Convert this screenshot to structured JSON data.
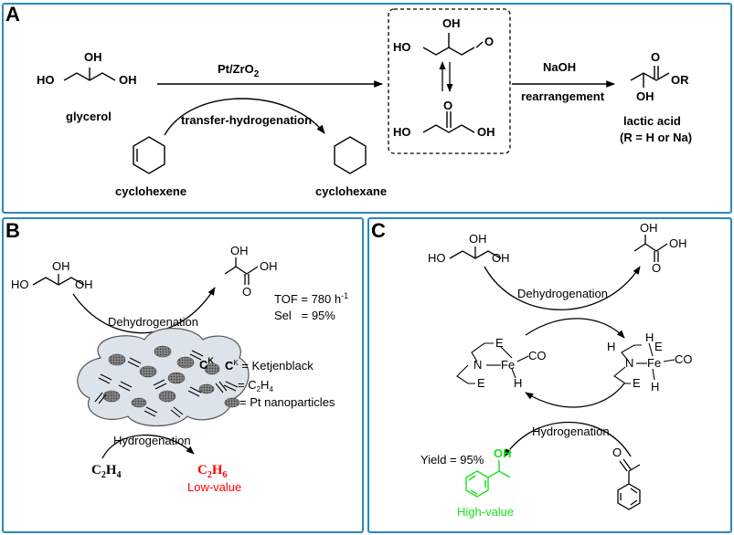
{
  "panel_a": {
    "label": "A",
    "glycerol": "glycerol",
    "oh": "OH",
    "ho": "HO",
    "catalyst_pre": "Pt/ZrO",
    "catalyst_sub": "2",
    "transfer": "transfer-hydrogenation",
    "cyclohexene": "cyclohexene",
    "cyclohexane": "cyclohexane",
    "o": "O",
    "naoh": "NaOH",
    "rearrangement": "rearrangement",
    "or": "OR",
    "lactic_acid": "lactic acid",
    "r_note": "(R = H or Na)"
  },
  "panel_b": {
    "label": "B",
    "dehydrogenation": "Dehydrogenation",
    "tof_pre": "TOF = 780 h",
    "tof_sup": "-1",
    "sel": "Sel   = 95%",
    "ck_base": "C",
    "ck_sup": "K",
    "legend_ketjen": " = Ketjenblack",
    "legend_c2h4_pre": " = C",
    "legend_c2h4_a": "2",
    "legend_c2h4_b": "H",
    "legend_c2h4_c": "4",
    "legend_pt": " = Pt nanoparticles",
    "hydrogenation": "Hydrogenation",
    "c2h4_a": "C",
    "c2h4_b": "2",
    "c2h4_c": "H",
    "c2h4_d": "4",
    "c2h6_a": "C",
    "c2h6_b": "2",
    "c2h6_c": "H",
    "c2h6_d": "6",
    "low_value": "Low-value",
    "colors": {
      "red": "#ff0000",
      "ink": "#000000"
    }
  },
  "panel_c": {
    "label": "C",
    "dehydrogenation": "Dehydrogenation",
    "hydrogenation": "Hydrogenation",
    "yield": "Yield = 95%",
    "high_value": "High-value",
    "n": "N",
    "fe": "Fe",
    "co": "CO",
    "h": "H",
    "e": "E",
    "colors": {
      "green": "#19e019"
    }
  },
  "frame_color": "#2f86b8"
}
